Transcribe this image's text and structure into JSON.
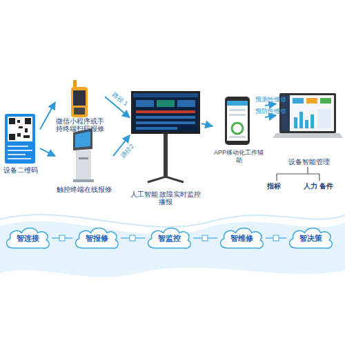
{
  "diagram": {
    "nodes": [
      {
        "text": [
          "设备二维码"
        ]
      },
      {
        "text": [
          "微信小程序或手持终端扫码报修"
        ]
      },
      {
        "text": [
          "触控终端在线报修"
        ]
      },
      {
        "text": [
          "人工智能 故障实时监控播报"
        ]
      },
      {
        "text": [
          "APP移动化工作辅助"
        ]
      },
      {
        "text": [
          "设备智能管理"
        ]
      },
      {
        "text": [
          "智连接"
        ]
      },
      {
        "text": [
          "智报修"
        ]
      },
      {
        "text": [
          "智监控"
        ]
      },
      {
        "text": [
          "智维修"
        ]
      },
      {
        "text": [
          "智决策"
        ]
      }
    ],
    "edges": [
      {
        "from": 0,
        "to": 1,
        "arrow": "to"
      },
      {
        "from": 0,
        "to": 2,
        "arrow": "to"
      },
      {
        "from": 1,
        "to": 3,
        "label": "路径 1",
        "arrow": "to"
      },
      {
        "from": 2,
        "to": 3,
        "label": "路径2",
        "arrow": "to"
      },
      {
        "from": 3,
        "to": 4,
        "arrow": "to"
      },
      {
        "from": 4,
        "to": 5,
        "label": "预测性维修",
        "arrow": "to"
      },
      {
        "from": 4,
        "to": 5,
        "label": "预防性维修",
        "arrow": "to"
      },
      {
        "from": 6,
        "to": 7,
        "arrow": "none"
      },
      {
        "from": 7,
        "to": 8,
        "arrow": "none"
      },
      {
        "from": 8,
        "to": 9,
        "arrow": "none"
      },
      {
        "from": 9,
        "to": 10,
        "arrow": "none"
      }
    ],
    "labels": [
      "指标",
      "人力 备件"
    ]
  }
}
